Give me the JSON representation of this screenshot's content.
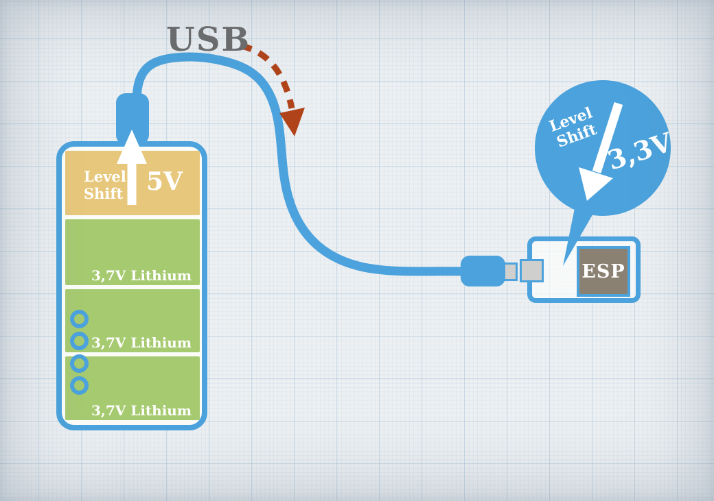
{
  "colors": {
    "blue": "#4ba2dc",
    "yellow": "#e7c77b",
    "green": "#a6ca70",
    "arrow_brown": "#b0431a",
    "text_gray": "#6b6b6b",
    "esp_fill": "#8b8173",
    "metal": "#cfcfcd",
    "paper": "#edf0f2"
  },
  "cable": {
    "label": "USB"
  },
  "battery": {
    "converter": {
      "label_line1": "Level",
      "label_line2": "Shift",
      "voltage": "5V"
    },
    "cells": [
      {
        "label": "3,7V Lithium"
      },
      {
        "label": "3,7V Lithium"
      },
      {
        "label": "3,7V Lithium"
      }
    ],
    "indicator_count": 4
  },
  "callout": {
    "label_line1": "Level",
    "label_line2": "Shift",
    "voltage": "3,3V"
  },
  "board": {
    "chip_label": "ESP"
  }
}
